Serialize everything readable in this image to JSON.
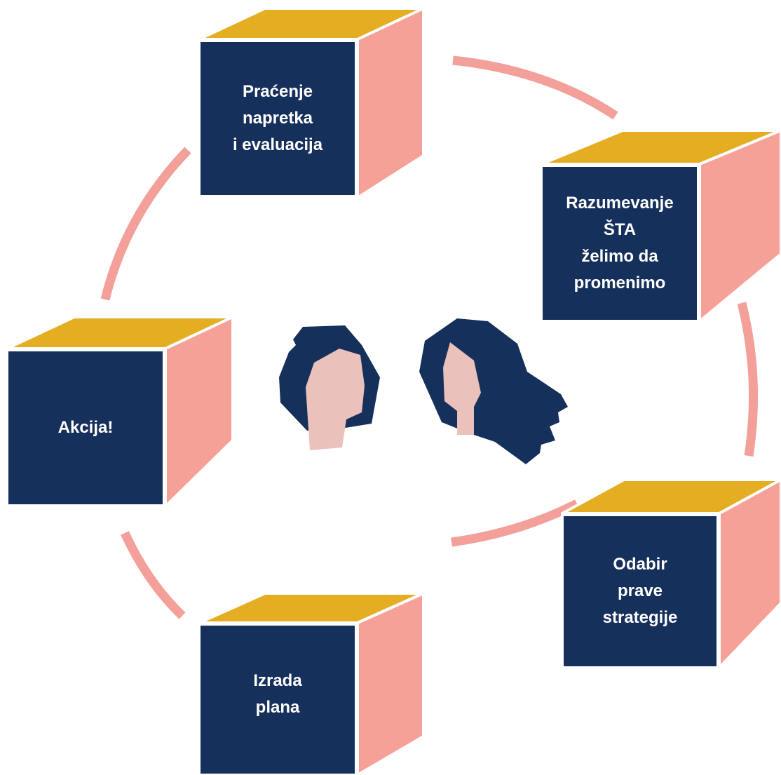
{
  "diagram": {
    "colors": {
      "front": "#16305c",
      "top": "#e4ad22",
      "side": "#f6a198",
      "arc": "#f4a09a",
      "hair": "#16305c",
      "face": "#eac1bb",
      "text": "#ffffff",
      "background": "#ffffff"
    },
    "steps": [
      {
        "label": "Praćenje\nnapretka\ni evaluacija"
      },
      {
        "label": "Razumevanje\nŠTA\nželimo da\npromenimo"
      },
      {
        "label": "Odabir\nprave\nstrategije"
      },
      {
        "label": "Izrada\nplana"
      },
      {
        "label": "Akcija!"
      }
    ],
    "center_icons": [
      "person-head-icon",
      "person-head-icon"
    ]
  }
}
